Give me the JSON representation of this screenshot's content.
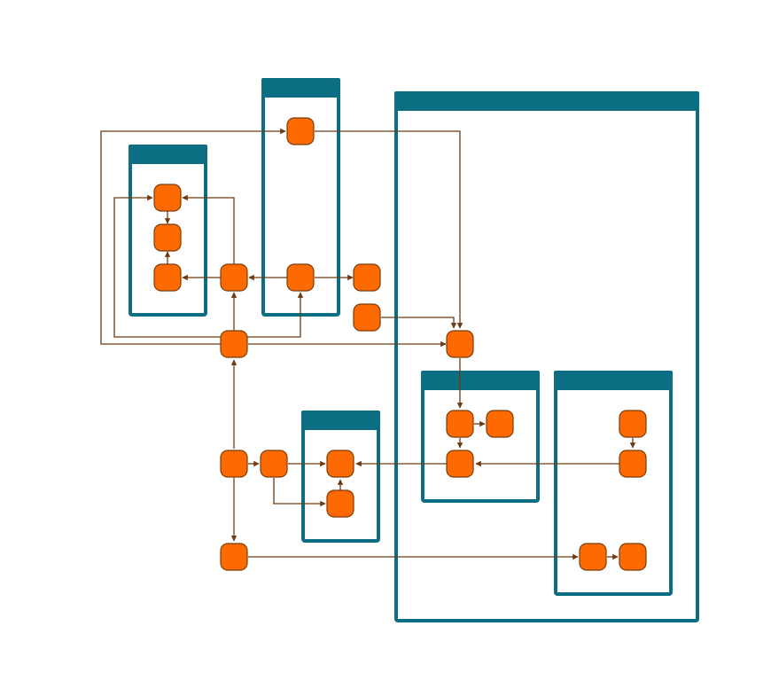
{
  "colors": {
    "background": "#ffffff",
    "group_border": "#0b6e83",
    "group_header": "#0b6e83",
    "node_fill": "#ff6a00",
    "node_stroke": "#7a3c0a",
    "edge": "#6e3a12"
  },
  "groups": [
    {
      "id": "g-left"
    },
    {
      "id": "g-top-center"
    },
    {
      "id": "g-big-right"
    },
    {
      "id": "g-inner-left"
    },
    {
      "id": "g-inner-right"
    },
    {
      "id": "g-bottom-center"
    }
  ],
  "nodes": [
    {
      "id": "n1"
    },
    {
      "id": "n2"
    },
    {
      "id": "n3"
    },
    {
      "id": "n4"
    },
    {
      "id": "n5"
    },
    {
      "id": "n6"
    },
    {
      "id": "n7"
    },
    {
      "id": "n8"
    },
    {
      "id": "n9"
    },
    {
      "id": "n10"
    },
    {
      "id": "n11"
    },
    {
      "id": "n12"
    },
    {
      "id": "n13"
    },
    {
      "id": "n14"
    },
    {
      "id": "n15"
    },
    {
      "id": "n16"
    },
    {
      "id": "n17"
    },
    {
      "id": "n18"
    },
    {
      "id": "n19"
    },
    {
      "id": "n20"
    },
    {
      "id": "n21"
    },
    {
      "id": "n22"
    }
  ]
}
